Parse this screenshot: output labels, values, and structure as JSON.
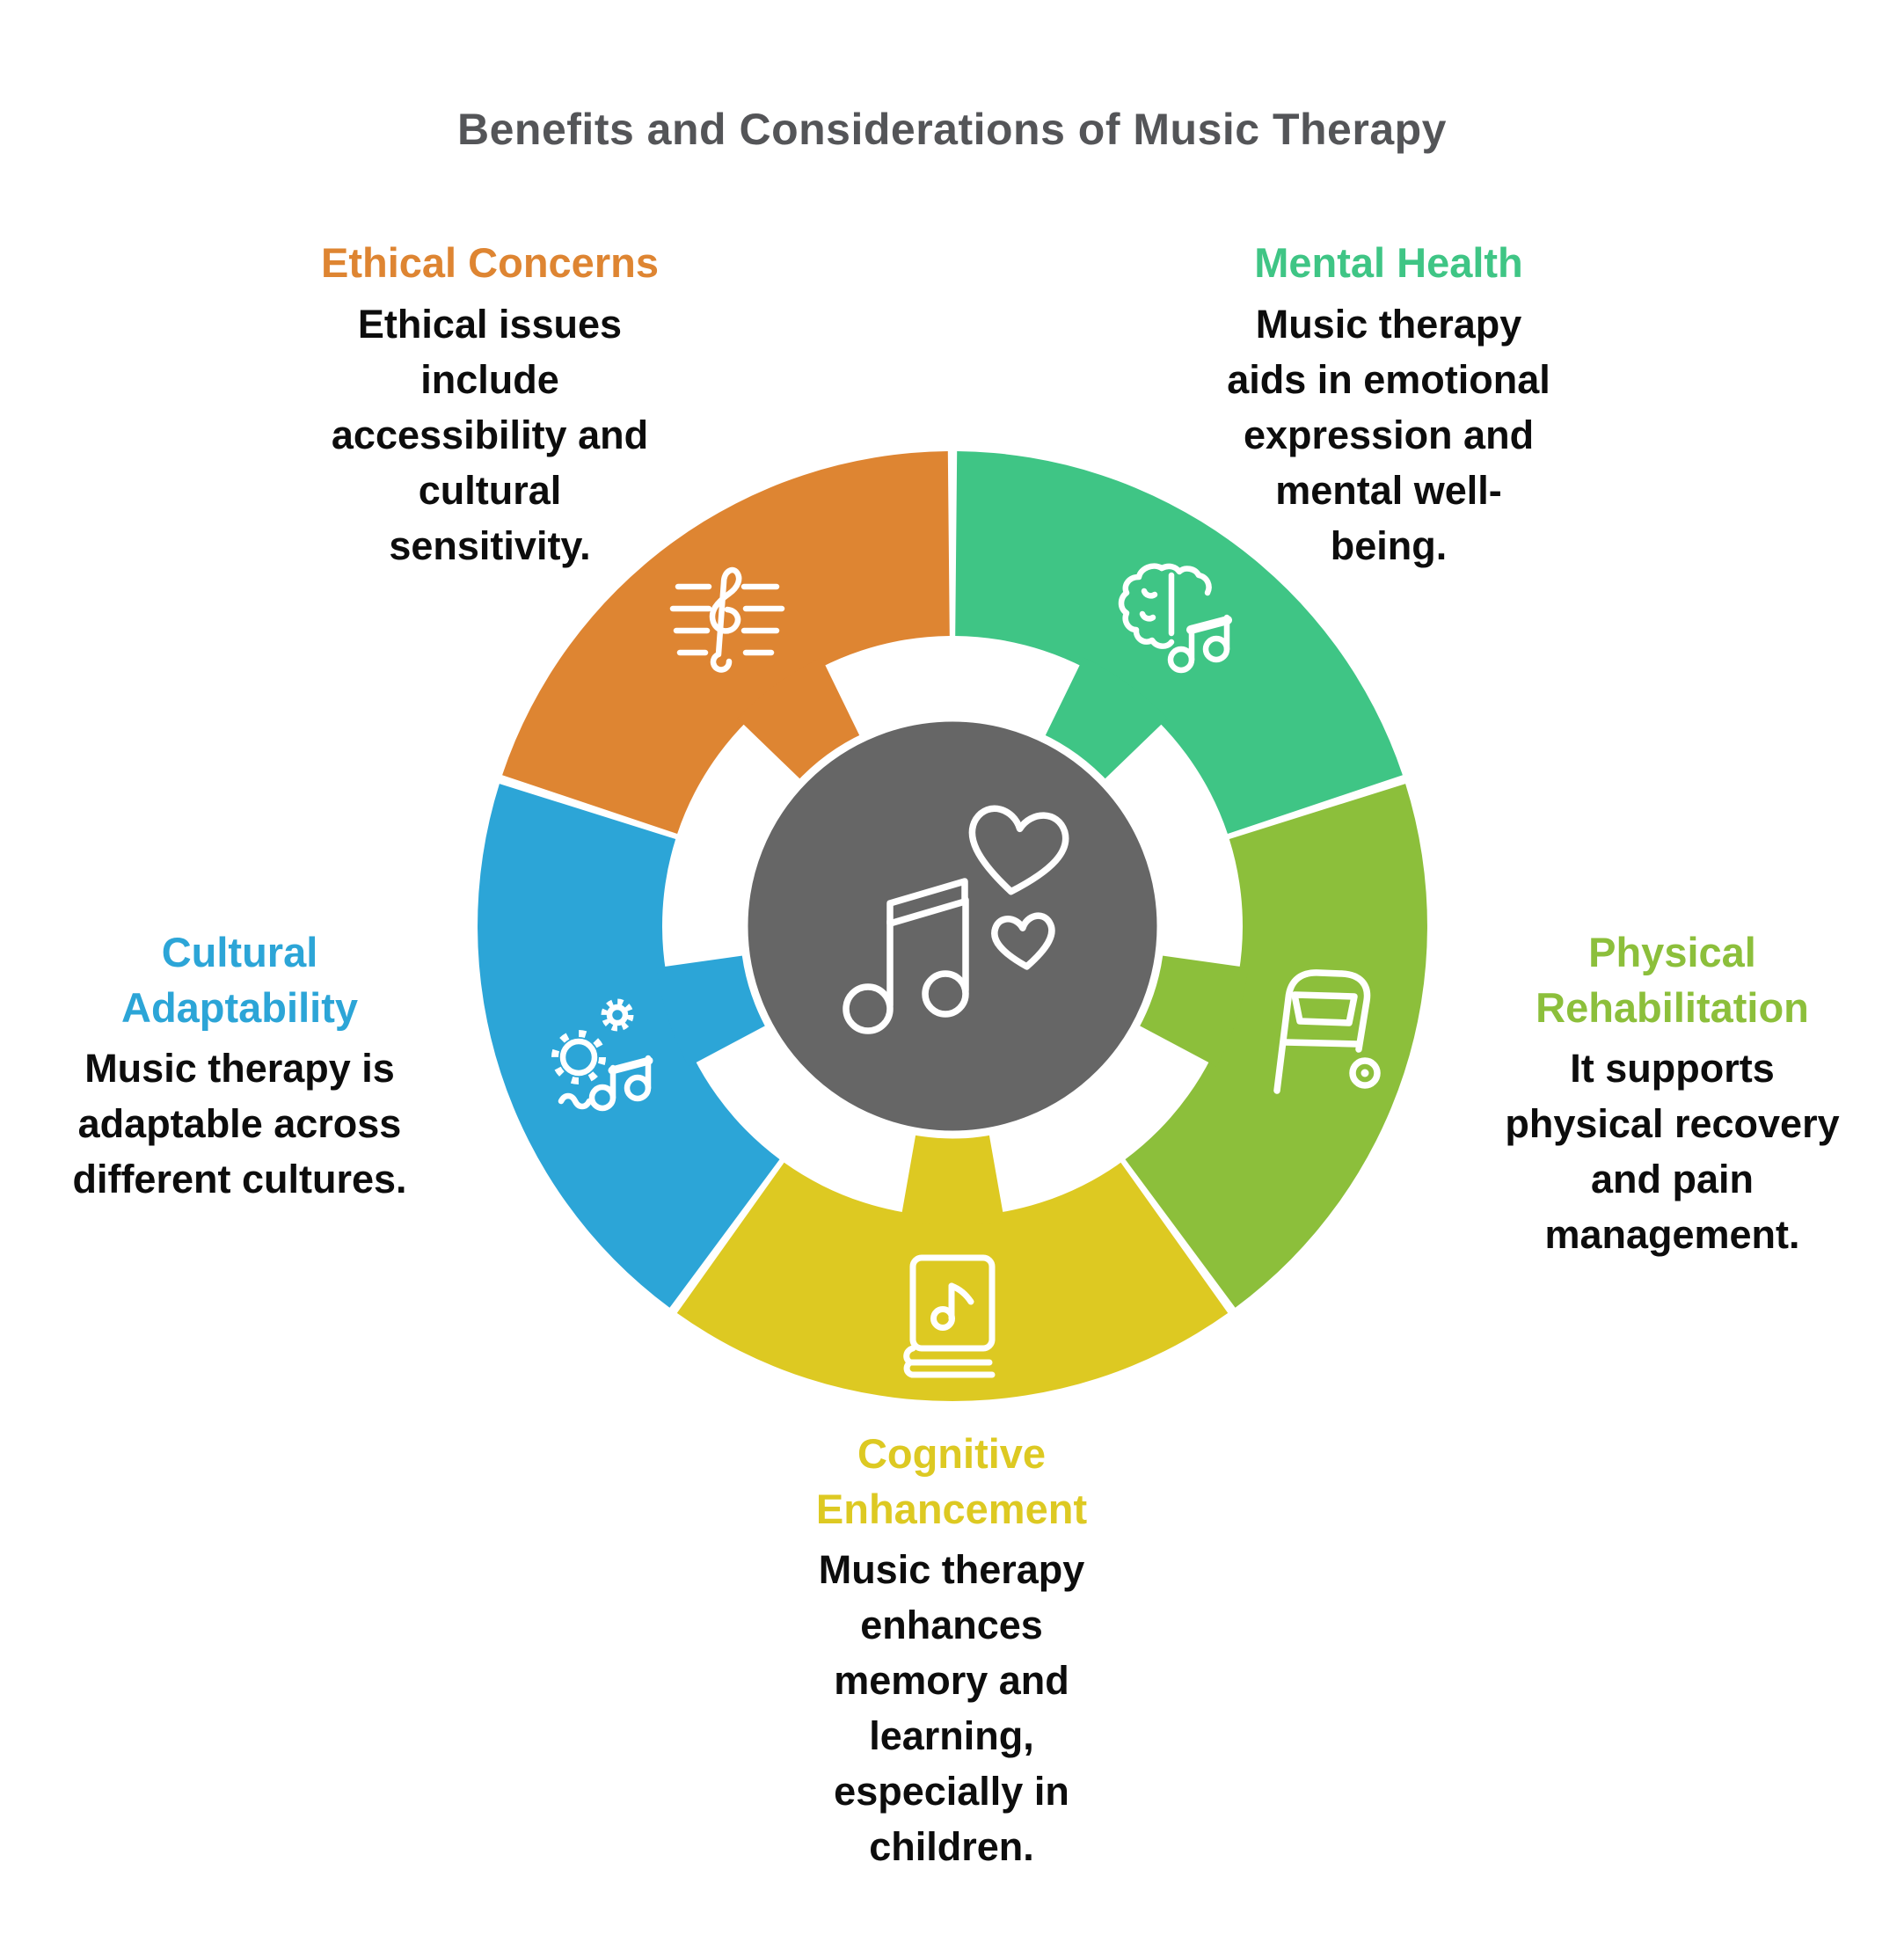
{
  "title": {
    "text": "Benefits and Considerations of Music Therapy",
    "color": "#545558"
  },
  "body_text_color": "#0D0D0D",
  "center": {
    "icon": "music-note-with-hearts",
    "fill": "#666666"
  },
  "segments": [
    {
      "id": "mental-health",
      "label": "Mental Health",
      "description": "Music therapy\naids in emotional\nexpression and\nmental well-\nbeing.",
      "color": "#3FC585",
      "icon": "brain-music-note",
      "start_deg": 0
    },
    {
      "id": "physical-rehabilitation",
      "label": "Physical\nRehabilitation",
      "description": "It supports\nphysical recovery\nand pain\nmanagement.",
      "color": "#8CBF3B",
      "icon": "walker",
      "start_deg": 72
    },
    {
      "id": "cognitive-enhancement",
      "label": "Cognitive\nEnhancement",
      "description": "Music therapy\nenhances\nmemory and\nlearning,\nespecially in\nchildren.",
      "color": "#DDC922",
      "icon": "music-book",
      "start_deg": 144
    },
    {
      "id": "cultural-adaptability",
      "label": "Cultural\nAdaptability",
      "description": "Music therapy is\nadaptable across\ndifferent cultures.",
      "color": "#2CA5D7",
      "icon": "gears-music-note",
      "start_deg": 216
    },
    {
      "id": "ethical-concerns",
      "label": "Ethical Concerns",
      "description": "Ethical issues\ninclude\naccessibility and\ncultural\nsensitivity.",
      "color": "#DE8532",
      "icon": "treble-clef-staff",
      "start_deg": 288
    }
  ]
}
